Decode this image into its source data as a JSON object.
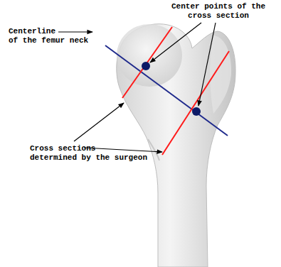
{
  "diagram": {
    "labels": [
      "Center points of the cross section",
      "Centerline of the femur neck",
      "Cross sections determined by the surgeon"
    ]
  }
}
